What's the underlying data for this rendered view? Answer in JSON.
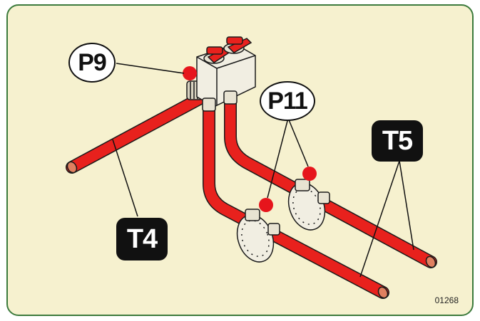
{
  "labels": {
    "p9": "P9",
    "p11": "P11",
    "t4": "T4",
    "t5": "T5"
  },
  "reference_number": "01268",
  "colors": {
    "panel_background": "#f6f1cf",
    "panel_border": "#3c7a3c",
    "pipe": "#e8211d",
    "pipe_dark": "#a80f0c",
    "marker": "#e6151c",
    "valve_body": "#f1eee2",
    "outline": "#1a1a1a"
  }
}
